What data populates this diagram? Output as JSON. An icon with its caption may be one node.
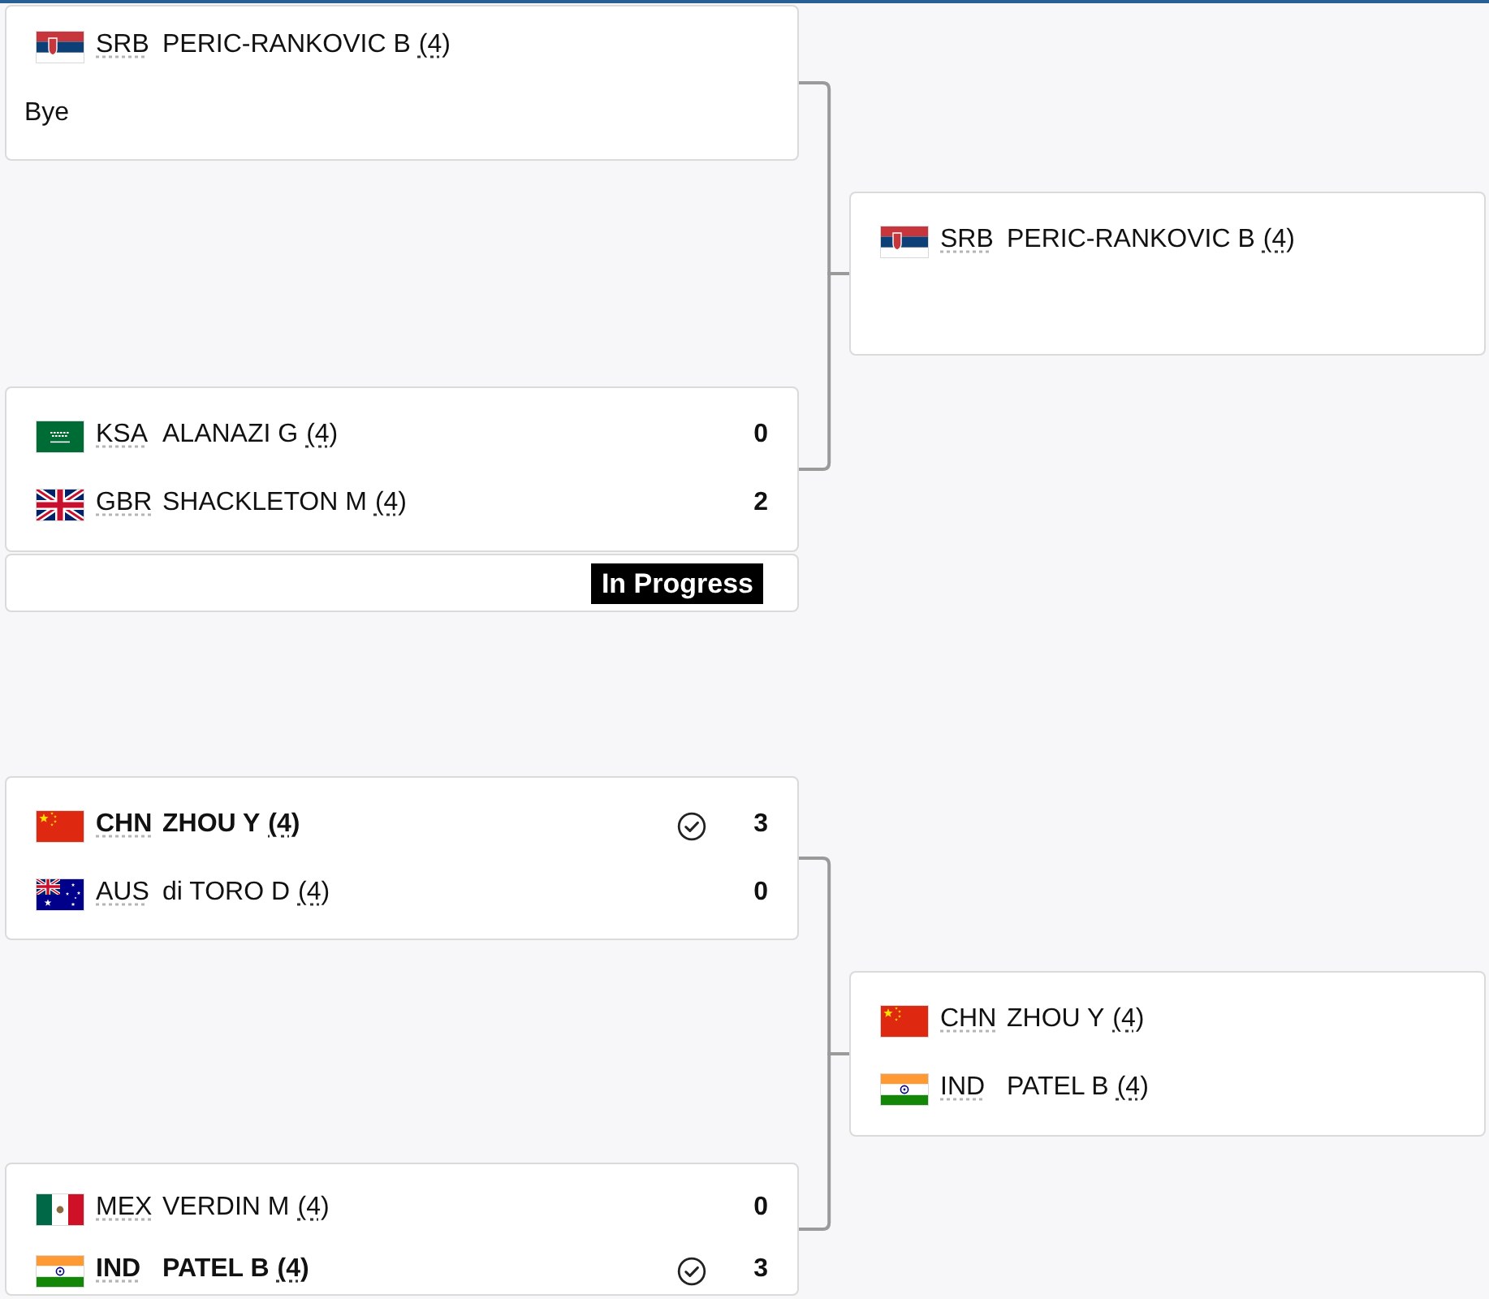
{
  "diagram": {
    "nodes": [
      {
        "text": [
          "SRB",
          "PERIC-RANKOVIC B",
          "(4)",
          "Bye"
        ]
      },
      {
        "text": [
          "SRB",
          "PERIC-RANKOVIC B",
          "(4)"
        ]
      },
      {
        "text": [
          "KSA",
          "ALANAZI G",
          "(4)",
          "0",
          "GBR",
          "SHACKLETON M",
          "(4)",
          "2"
        ]
      },
      {
        "text": [
          "In Progress"
        ]
      },
      {
        "text": [
          "CHN",
          "ZHOU Y",
          "(4)",
          "3",
          "AUS",
          "di TORO D",
          "(4)",
          "0"
        ]
      },
      {
        "text": [
          "CHN",
          "ZHOU Y",
          "(4)",
          "IND",
          "PATEL B",
          "(4)"
        ]
      },
      {
        "text": [
          "MEX",
          "VERDIN M",
          "(4)",
          "0",
          "IND",
          "PATEL B",
          "(4)",
          "3"
        ]
      }
    ],
    "edges": [
      {
        "from": 0,
        "to": 1,
        "arrow": "none"
      },
      {
        "from": 2,
        "to": 1,
        "arrow": "none"
      },
      {
        "from": 4,
        "to": 5,
        "arrow": "none"
      },
      {
        "from": 6,
        "to": 5,
        "arrow": "none"
      }
    ]
  }
}
